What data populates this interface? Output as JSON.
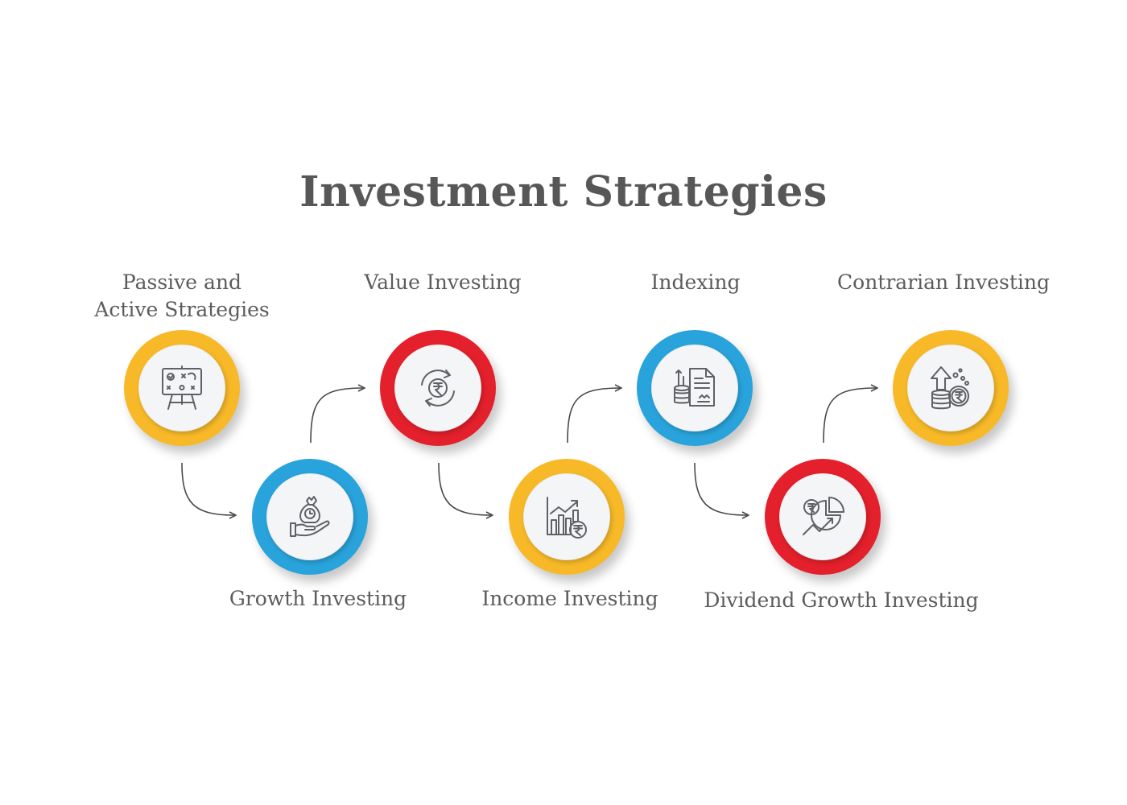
{
  "title": "Investment Strategies",
  "colors": {
    "yellow": "#f7b927",
    "red": "#e3202b",
    "blue": "#29a3db",
    "icon_stroke": "#5f6166"
  },
  "steps": [
    {
      "lines": [
        "Passive and",
        "Active Strategies"
      ],
      "color": "#f7b927",
      "icon": "strategy-board-icon"
    },
    {
      "lines": [
        "Growth Investing"
      ],
      "color": "#29a3db",
      "icon": "money-bag-hand-icon"
    },
    {
      "lines": [
        "Value Investing"
      ],
      "color": "#e3202b",
      "icon": "rupee-cycle-icon"
    },
    {
      "lines": [
        "Income Investing"
      ],
      "color": "#f7b927",
      "icon": "bar-chart-rupee-icon"
    },
    {
      "lines": [
        "Indexing"
      ],
      "color": "#29a3db",
      "icon": "index-document-icon"
    },
    {
      "lines": [
        "Dividend Growth Investing"
      ],
      "color": "#e3202b",
      "icon": "pie-growth-rupee-icon"
    },
    {
      "lines": [
        "Contrarian Investing"
      ],
      "color": "#f7b927",
      "icon": "coins-up-arrow-rupee-icon"
    }
  ]
}
